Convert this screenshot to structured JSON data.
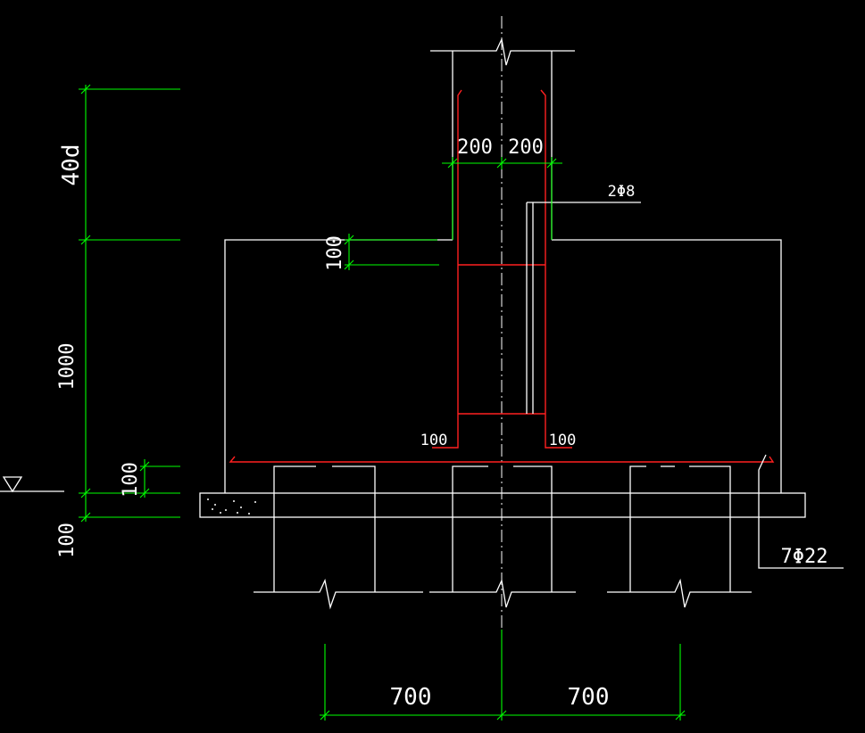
{
  "dims": {
    "anchorage": "40d",
    "depth_1000": "1000",
    "haunch_100": "100",
    "cover_100": "100",
    "bed_100": "100",
    "col_left_200": "200",
    "col_right_200": "200",
    "hook_left_100": "100",
    "hook_right_100": "100",
    "spacing_left_700": "700",
    "spacing_right_700": "700"
  },
  "rebar": {
    "stirrup": "2Φ8",
    "main": "7Φ22"
  },
  "colors": {
    "background": "#000000",
    "outline": "#ffffff",
    "dimension": "#00ff00",
    "reinforcement": "#ff2020"
  },
  "symbols": {
    "level_mark": "elevation-triangle-icon",
    "break_line": "break-line-icon"
  }
}
